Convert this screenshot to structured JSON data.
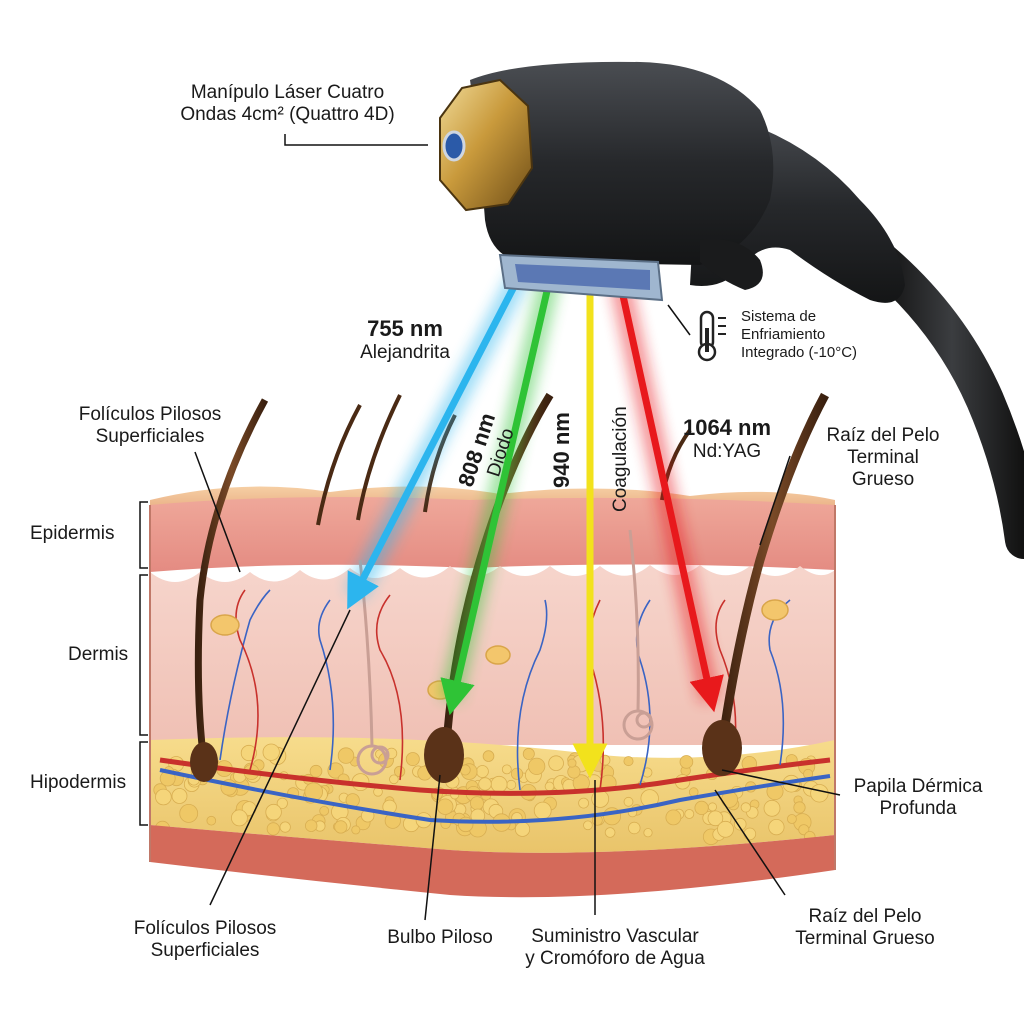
{
  "handpiece": {
    "line1": "Manípulo Láser Cuatro",
    "line2": "Ondas 4cm² (Quattro 4D)"
  },
  "cooling": {
    "line1": "Sistema de",
    "line2": "Enfriamiento",
    "line3": "Integrado (-10°C)"
  },
  "beams": [
    {
      "wavelength": "755 nm",
      "name": "Alejandrita",
      "color": "#2cb5ee"
    },
    {
      "wavelength": "808 nm",
      "name": "Diodo",
      "color": "#2fc336"
    },
    {
      "wavelength": "940 nm",
      "name": "Coagulación",
      "color": "#f2e21c"
    },
    {
      "wavelength": "1064 nm",
      "name": "Nd:YAG",
      "color": "#e8191c"
    }
  ],
  "layers": {
    "epidermis": "Epidermis",
    "dermis": "Dermis",
    "hipodermis": "Hipodermis"
  },
  "top_labels": {
    "foliculos_l1": "Folículos Pilosos",
    "foliculos_l2": "Superficiales",
    "raiz_l1": "Raíz del Pelo",
    "raiz_l2": "Terminal",
    "raiz_l3": "Grueso"
  },
  "bottom_labels": {
    "foliculos_l1": "Folículos Pilosos",
    "foliculos_l2": "Superficiales",
    "bulbo": "Bulbo Piloso",
    "vascular_l1": "Suministro Vascular",
    "vascular_l2": "y Cromóforo de Agua",
    "raiz_l1": "Raíz del Pelo",
    "raiz_l2": "Terminal Grueso"
  },
  "papila": {
    "line1": "Papila Dérmica",
    "line2": "Profunda"
  }
}
